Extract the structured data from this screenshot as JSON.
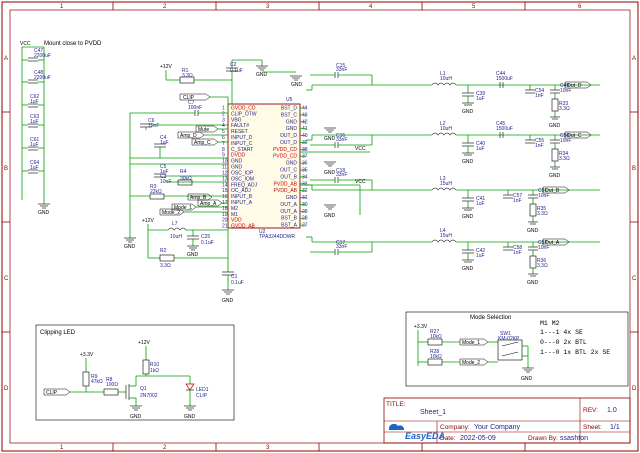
{
  "frame": {
    "cols": [
      "1",
      "2",
      "3",
      "4",
      "5",
      "6"
    ],
    "rows": [
      "A",
      "B",
      "C",
      "D"
    ]
  },
  "notes": {
    "vcc_top": "VCC",
    "mount": "Mount close to PVDD"
  },
  "decoupling": [
    {
      "ref": "C47",
      "val": "2200uF"
    },
    {
      "ref": "C48",
      "val": "2200uF"
    },
    {
      "ref": "C62",
      "val": "1uF"
    },
    {
      "ref": "C63",
      "val": "1uF"
    },
    {
      "ref": "C61",
      "val": "1uF"
    },
    {
      "ref": "C64",
      "val": "1uF"
    }
  ],
  "supply": {
    "p12": "+12V",
    "p33": "+3.3V",
    "vcc": "VCC"
  },
  "top_parts": {
    "r1": {
      "ref": "R1",
      "val": "3.3Ω"
    },
    "c2": {
      "ref": "C2",
      "val": "0.1uF"
    },
    "c7": {
      "ref": "C7",
      "val": "100nF"
    },
    "c6": {
      "ref": "C6",
      "val": "10nF"
    },
    "c4": {
      "ref": "C4",
      "val": "1uF"
    },
    "c5": {
      "ref": "C5",
      "val": "1uF"
    },
    "c3": {
      "ref": "C3",
      "val": "10nF"
    },
    "r4": {
      "ref": "R4",
      "val": "30kΩ"
    },
    "r3": {
      "ref": "R3",
      "val": "22kΩ"
    },
    "l7": {
      "ref": "L7",
      "val": "10uH"
    },
    "c25": {
      "ref": "C25",
      "val": "0.1uF"
    },
    "r2": {
      "ref": "R2",
      "val": "3.3Ω"
    },
    "c1": {
      "ref": "C1",
      "val": "0.1uF"
    }
  },
  "netlabels": {
    "clip": "CLIP",
    "mute": "Mute",
    "ampd": "Amp_D",
    "ampc": "Amp_C",
    "ampb": "Amp_B",
    "ampa": "Amp_A",
    "mode1": "Mode_1",
    "mode2": "Mode_2"
  },
  "ic": {
    "ref": "U2",
    "part": "TPA3244DDWR",
    "u5": "U5",
    "left_pins": [
      "GVDD_CD",
      "CLIP_OTW",
      "VBG",
      "FAULT#",
      "RESET",
      "INPUT_D",
      "INPUT_C",
      "C_START",
      "DVDD",
      "GND",
      "GND",
      "OSC_IOP",
      "OSC_IOM",
      "FREQ_ADJ",
      "OC_ADJ",
      "INPUT_B",
      "INPUT_A",
      "M2",
      "M1",
      "VDD",
      "GVDD_AB"
    ],
    "right_pins": [
      "BST_D",
      "BST_C",
      "GND",
      "GND",
      "OUT_D",
      "OUT_D",
      "PVDD_CD",
      "PVDD_CD",
      "GND",
      "OUT_C",
      "OUT_B",
      "PVDD_AB",
      "PVDD_AB",
      "GND",
      "OUT_A",
      "OUT_A",
      "BST_B",
      "BST_A"
    ],
    "left_nums": [
      "1",
      "2",
      "3",
      "4",
      "5",
      "6",
      "7",
      "8",
      "9",
      "10",
      "11",
      "12",
      "13",
      "14",
      "15",
      "16",
      "17",
      "18",
      "19",
      "20",
      "21"
    ],
    "right_nums": [
      "44",
      "43",
      "42",
      "41",
      "40",
      "39",
      "38",
      "37",
      "36",
      "35",
      "34",
      "33",
      "32",
      "31",
      "30",
      "29",
      "28",
      "27"
    ]
  },
  "outputs": [
    {
      "l": "L1",
      "lval": "10uH",
      "ca": "C15",
      "caval": "33nF",
      "cb": "C39",
      "cbval": "1uF",
      "cc": "C44",
      "ccval": "1500uF",
      "cd": "C54",
      "cdval": "1nF",
      "ce": "C49",
      "ceval": "10nF",
      "r": "R33",
      "rval": "3.3Ω",
      "net": "Out_D"
    },
    {
      "l": "L2",
      "lval": "10uH",
      "ca": "C16",
      "caval": "33nF",
      "cb": "C40",
      "cbval": "1uF",
      "cc": "C45",
      "ccval": "1500uF",
      "cd": "C55",
      "cdval": "1nF",
      "ce": "C50",
      "ceval": "10nF",
      "r": "R34",
      "rval": "3.3Ω",
      "net": "Out_C"
    },
    {
      "l": "L3",
      "lval": "15uH",
      "ca": "C18",
      "caval": "33nF",
      "cb": "C41",
      "cbval": "1uF",
      "cc": "",
      "ccval": "",
      "cd": "C57",
      "cdval": "1nF",
      "ce": "C51",
      "ceval": "10nF",
      "r": "R35",
      "rval": "3.3Ω",
      "net": "Out_B"
    },
    {
      "l": "L4",
      "lval": "15uH",
      "ca": "C17",
      "caval": "33nF",
      "cb": "C42",
      "cbval": "1uF",
      "cc": "",
      "ccval": "",
      "cd": "C58",
      "cdval": "1nF",
      "ce": "C52",
      "ceval": "10nF",
      "r": "R36",
      "rval": "3.3Ω",
      "net": "Out_A"
    }
  ],
  "clipping": {
    "title": "Clipping LED",
    "p33": "+3.3V",
    "p12": "+12V",
    "r9": "R9",
    "r9v": "47kΩ",
    "r8": "R8",
    "r8v": "100Ω",
    "r10": "R10",
    "r10v": "1kΩ",
    "q1": "Q1",
    "q1v": "2N7002",
    "led": "LED1",
    "ledv": "CLIP",
    "clip": "CLIP"
  },
  "mode": {
    "title": "Mode Selection",
    "p33": "+3.3V",
    "r27": "R27",
    "r27v": "10kΩ",
    "r28": "R28",
    "r28v": "10kΩ",
    "sw": "SW1",
    "swv": "KM-02KP",
    "m1": "Mode_1",
    "m2": "Mode_2",
    "table_head": "M1 M2",
    "rows": [
      "1---1 4x SE",
      "0---0 2x BTL",
      "1---0 1x BTL 2x SE"
    ]
  },
  "titleblock": {
    "title_label": "TITLE:",
    "title": "Sheet_1",
    "rev_label": "REV:",
    "rev": "1.0",
    "company_label": "Company:",
    "company": "Your Company",
    "sheet_label": "Sheet:",
    "sheet": "1/1",
    "date_label": "Date:",
    "date": "2022-05-09",
    "drawn_label": "Drawn By:",
    "drawn": "ssashton",
    "logo": "EasyEDA"
  },
  "colors": {
    "border": "#8b0000",
    "wire": "#00a000",
    "text": "#1e1e8c",
    "pin": "#c00000"
  }
}
